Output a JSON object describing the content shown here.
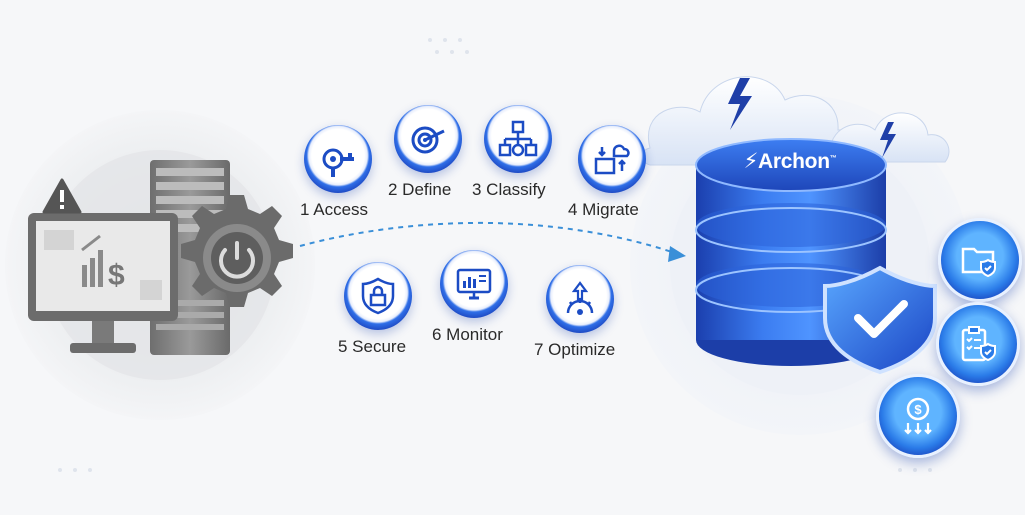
{
  "brand": {
    "name": "Archon",
    "trademark": "™"
  },
  "steps": [
    {
      "label": "1 Access",
      "icon": "access-icon"
    },
    {
      "label": "2 Define",
      "icon": "target-icon"
    },
    {
      "label": "3 Classify",
      "icon": "hierarchy-icon"
    },
    {
      "label": "4 Migrate",
      "icon": "cloud-migrate-icon"
    },
    {
      "label": "5 Secure",
      "icon": "shield-lock-icon"
    },
    {
      "label": "6 Monitor",
      "icon": "monitor-icon"
    },
    {
      "label": "7 Optimize",
      "icon": "optimize-gear-icon"
    }
  ],
  "side_icons": [
    "folder-shield-icon",
    "checklist-shield-icon",
    "dollar-down-icon"
  ],
  "colors": {
    "accent": "#2f6fe8",
    "dark_blue": "#1a3fb8",
    "gray": "#8e8e8e",
    "warning": "#555555"
  }
}
